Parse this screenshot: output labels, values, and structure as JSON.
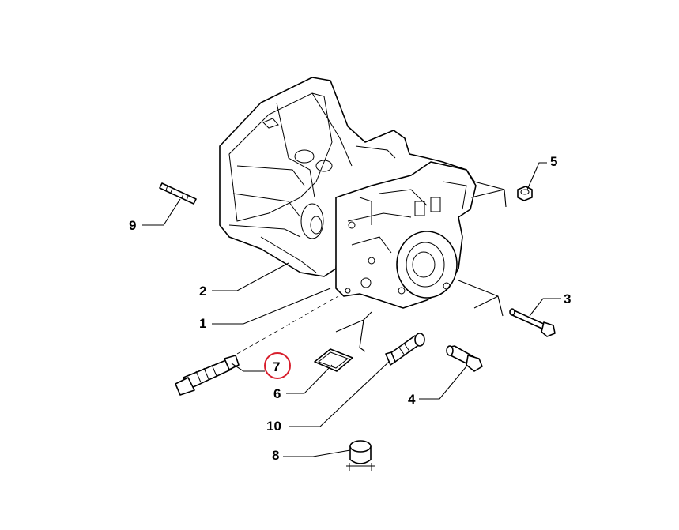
{
  "callouts": {
    "c1": "1",
    "c2": "2",
    "c3": "3",
    "c4": "4",
    "c5": "5",
    "c6": "6",
    "c7": "7",
    "c8": "8",
    "c9": "9",
    "c10": "10"
  },
  "highlight": {
    "callout": "7",
    "color": "#d81e2c"
  }
}
